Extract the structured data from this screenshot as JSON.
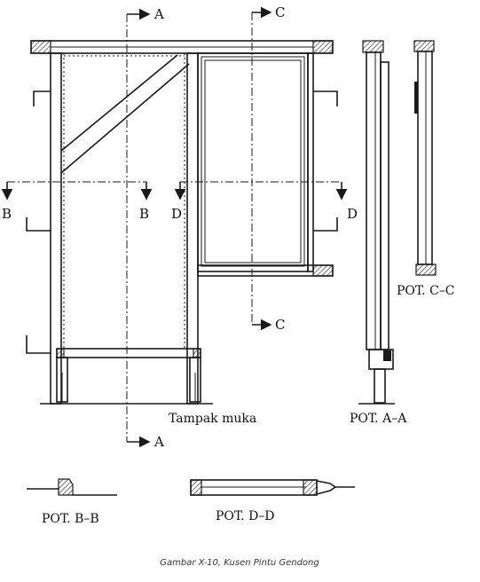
{
  "section_markers": {
    "a_top": "A",
    "c_top": "C",
    "b_left": "B",
    "b_right": "B",
    "d_left": "D",
    "d_right": "D",
    "c_bottom": "C",
    "a_bottom": "A"
  },
  "view_labels": {
    "front_view": "Tampak muka",
    "section_aa": "POT. A–A",
    "section_cc": "POT. C–C",
    "section_bb": "POT. B–B",
    "section_dd": "POT. D–D"
  },
  "caption": "Gambar X-10, Kusen Pintu Gendong"
}
